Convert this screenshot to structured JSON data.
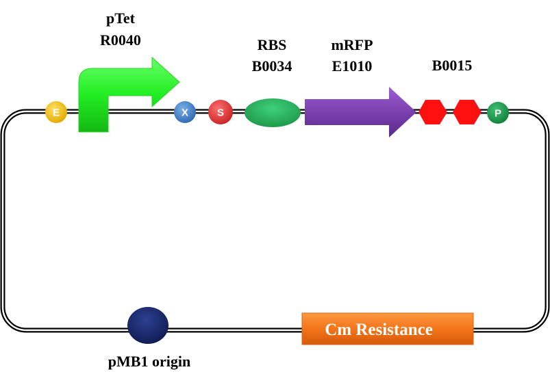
{
  "labels": {
    "promoter": {
      "name": "pTet",
      "part": "R0040"
    },
    "rbs": {
      "name": "RBS",
      "part": "B0034"
    },
    "gene": {
      "name": "mRFP",
      "part": "E1010"
    },
    "terminator": {
      "part": "B0015"
    },
    "origin": "pMB1 origin",
    "resistance": "Cm Resistance"
  },
  "sites": {
    "ecori": "E",
    "xbai": "X",
    "spei": "S",
    "psti": "P"
  },
  "colors": {
    "ecori": "#f0c020",
    "xbai": "#4a86c8",
    "spei": "#e03a3a",
    "psti": "#1e9a4a",
    "promoter": "#33ee33",
    "rbs": "#27b35a",
    "gene": "#7b3fb0",
    "terminator": "#ff1010",
    "origin": "#1a2a6e",
    "resistance": "#f2741a"
  }
}
